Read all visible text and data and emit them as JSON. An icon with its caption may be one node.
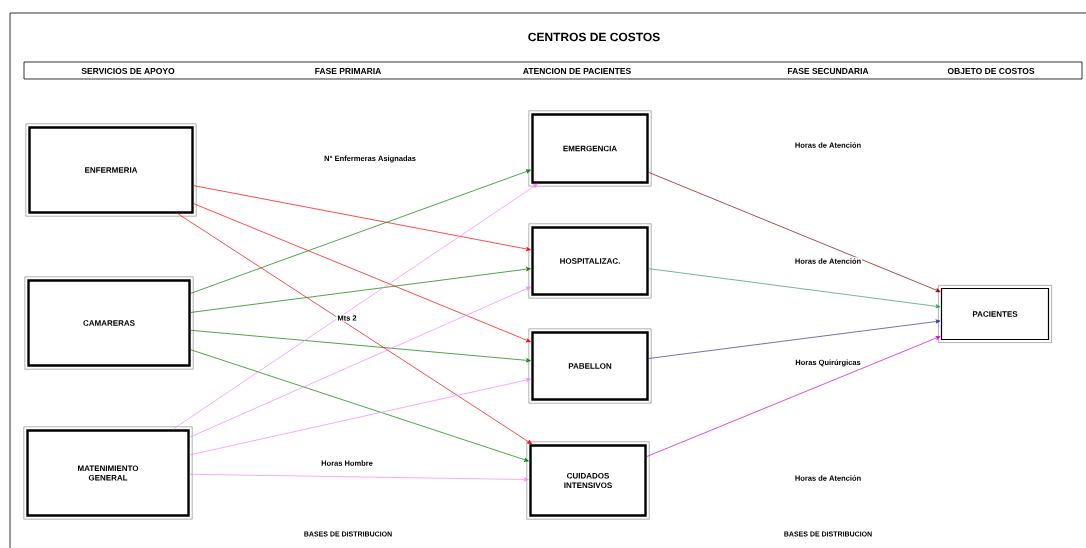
{
  "diagram": {
    "title": "CENTROS DE COSTOS",
    "nodes": [
      {
        "text": [
          "ENFERMERIA"
        ]
      },
      {
        "text": [
          "CAMARERAS"
        ]
      },
      {
        "text": [
          "MATENIMIENTO GENERAL"
        ]
      },
      {
        "text": [
          "EMERGENCIA"
        ]
      },
      {
        "text": [
          "HOSPITALIZAC."
        ]
      },
      {
        "text": [
          "PABELLON"
        ]
      },
      {
        "text": [
          "CUIDADOS INTENSIVOS"
        ]
      },
      {
        "text": [
          "PACIENTES"
        ]
      }
    ],
    "edges": [
      {
        "from": 0,
        "to": 4,
        "arrow": "to",
        "color": "#ff0000"
      },
      {
        "from": 0,
        "to": 5,
        "arrow": "to",
        "color": "#ff0000"
      },
      {
        "from": 0,
        "to": 6,
        "arrow": "to",
        "color": "#ff0000"
      },
      {
        "from": 1,
        "to": 3,
        "arrow": "to",
        "color": "#008000"
      },
      {
        "from": 1,
        "to": 4,
        "arrow": "to",
        "color": "#008000"
      },
      {
        "from": 1,
        "to": 5,
        "arrow": "to",
        "color": "#008000"
      },
      {
        "from": 1,
        "to": 6,
        "arrow": "to",
        "color": "#008000"
      },
      {
        "from": 2,
        "to": 3,
        "arrow": "to",
        "color": "#ff80ff"
      },
      {
        "from": 2,
        "to": 4,
        "arrow": "to",
        "color": "#ff80ff"
      },
      {
        "from": 2,
        "to": 5,
        "arrow": "to",
        "color": "#ff80ff"
      },
      {
        "from": 2,
        "to": 6,
        "arrow": "to",
        "color": "#ff80ff"
      },
      {
        "from": 3,
        "to": 7,
        "arrow": "to",
        "color": "#800000"
      },
      {
        "from": 4,
        "to": 7,
        "arrow": "to",
        "color": "#339966"
      },
      {
        "from": 5,
        "to": 7,
        "arrow": "to",
        "color": "#333399"
      },
      {
        "from": 6,
        "to": 7,
        "arrow": "to",
        "color": "#cc00cc"
      }
    ],
    "labels": [
      "SERVICIOS DE APOYO",
      "FASE PRIMARIA",
      "ATENCION DE PACIENTES",
      "FASE SECUNDARIA",
      "OBJETO DE COSTOS",
      "Horas de Atención",
      "N° Enfermeras Asignadas",
      "Horas de Atención",
      "Mts 2",
      "Horas Quirúrgicas",
      "Horas Hombre",
      "Horas de Atención",
      "BASES DE DISTRIBUCION",
      "BASES DE DISTRIBUCION"
    ]
  }
}
